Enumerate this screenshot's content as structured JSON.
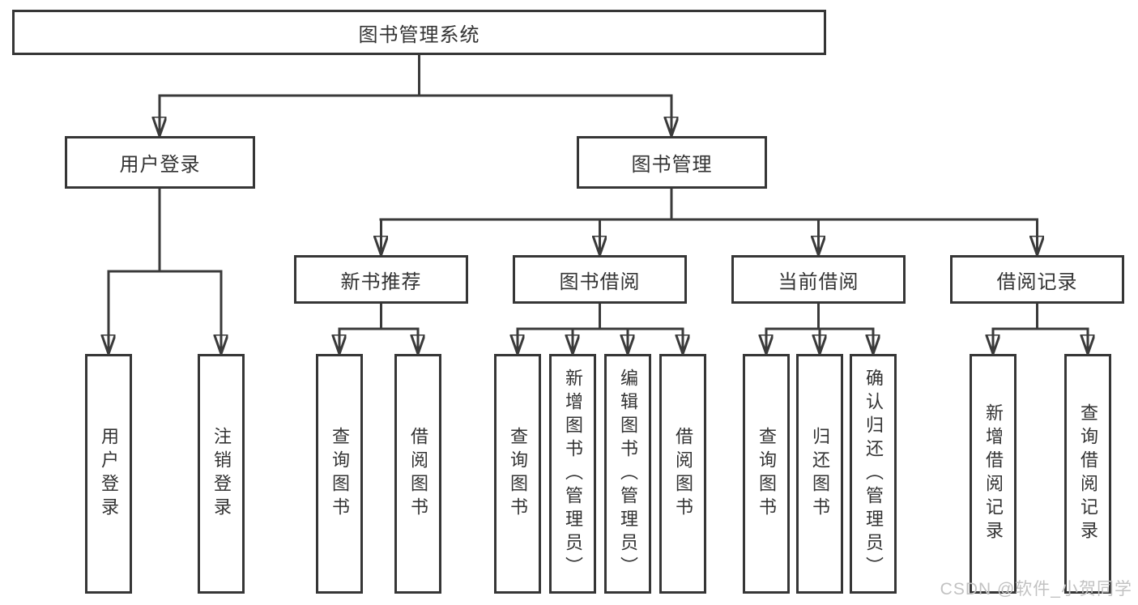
{
  "diagram": {
    "root": {
      "label": "图书管理系统"
    },
    "branches": [
      {
        "label": "用户登录",
        "children": [
          {
            "label": "用户登录"
          },
          {
            "label": "注销登录"
          }
        ]
      },
      {
        "label": "图书管理",
        "children": [
          {
            "label": "新书推荐",
            "children": [
              {
                "label": "查询图书"
              },
              {
                "label": "借阅图书"
              }
            ]
          },
          {
            "label": "图书借阅",
            "children": [
              {
                "label": "查询图书"
              },
              {
                "label": "新增图书（管理员）"
              },
              {
                "label": "编辑图书（管理员）"
              },
              {
                "label": "借阅图书"
              }
            ]
          },
          {
            "label": "当前借阅",
            "children": [
              {
                "label": "查询图书"
              },
              {
                "label": "归还图书"
              },
              {
                "label": "确认归还（管理员）"
              }
            ]
          },
          {
            "label": "借阅记录",
            "children": [
              {
                "label": "新增借阅记录"
              },
              {
                "label": "查询借阅记录"
              }
            ]
          }
        ]
      }
    ],
    "watermark": "CSDN @软件_小贺同学",
    "colors": {
      "line": "#3a3a3a",
      "border": "#363636",
      "text": "#333333",
      "watermark": "#c2c2c2",
      "background": "#ffffff"
    }
  }
}
